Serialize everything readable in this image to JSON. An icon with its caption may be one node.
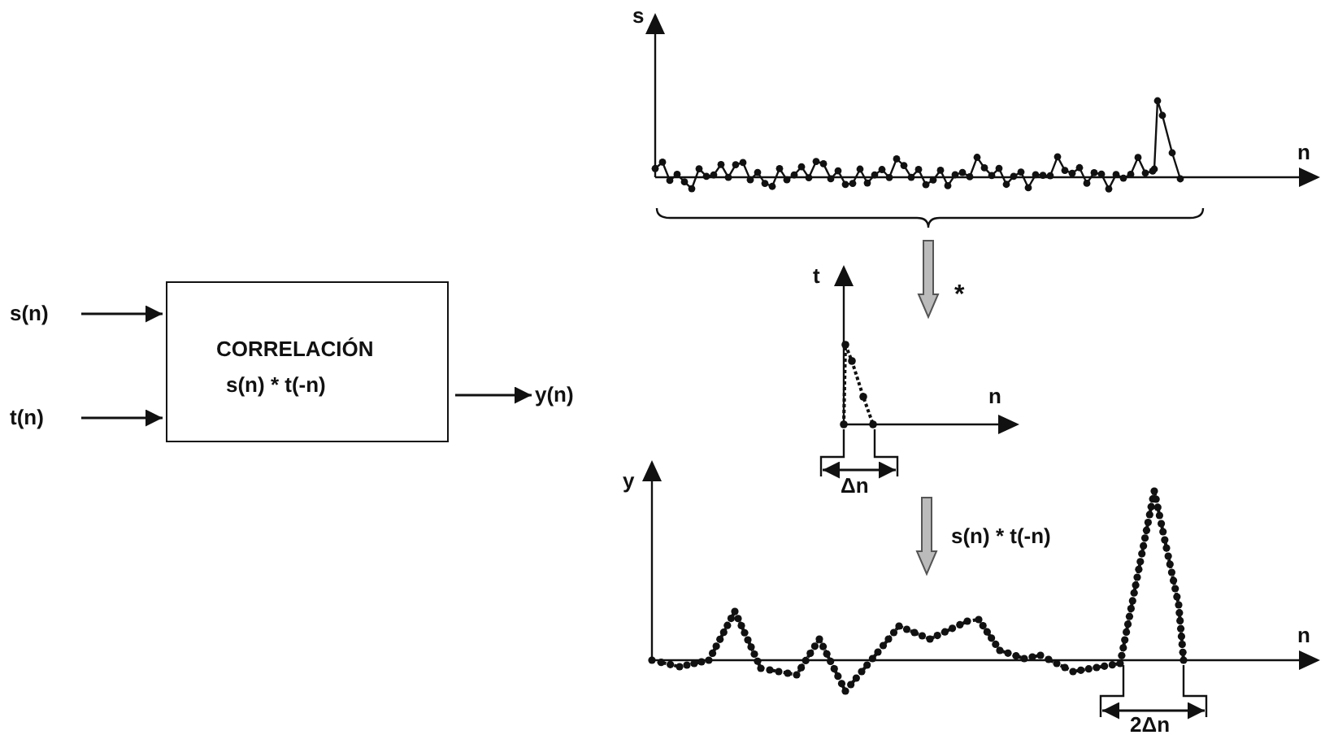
{
  "diagram": {
    "nodes": [
      {
        "text": [
          "CORRELACIÓN",
          "s(n) * t(-n)"
        ]
      },
      {
        "text": [
          "s(n)"
        ]
      },
      {
        "text": [
          "t(n)"
        ]
      },
      {
        "text": [
          "y(n)"
        ]
      }
    ],
    "edges": [
      {
        "from": 1,
        "to": 0,
        "arrow": "to"
      },
      {
        "from": 2,
        "to": 0,
        "arrow": "to"
      },
      {
        "from": 0,
        "to": 3,
        "arrow": "to"
      }
    ],
    "labels": [
      "s",
      "n",
      "t",
      "*",
      "n",
      "Δn",
      "y",
      "s(n) * t(-n)",
      "n",
      "2Δn"
    ]
  }
}
